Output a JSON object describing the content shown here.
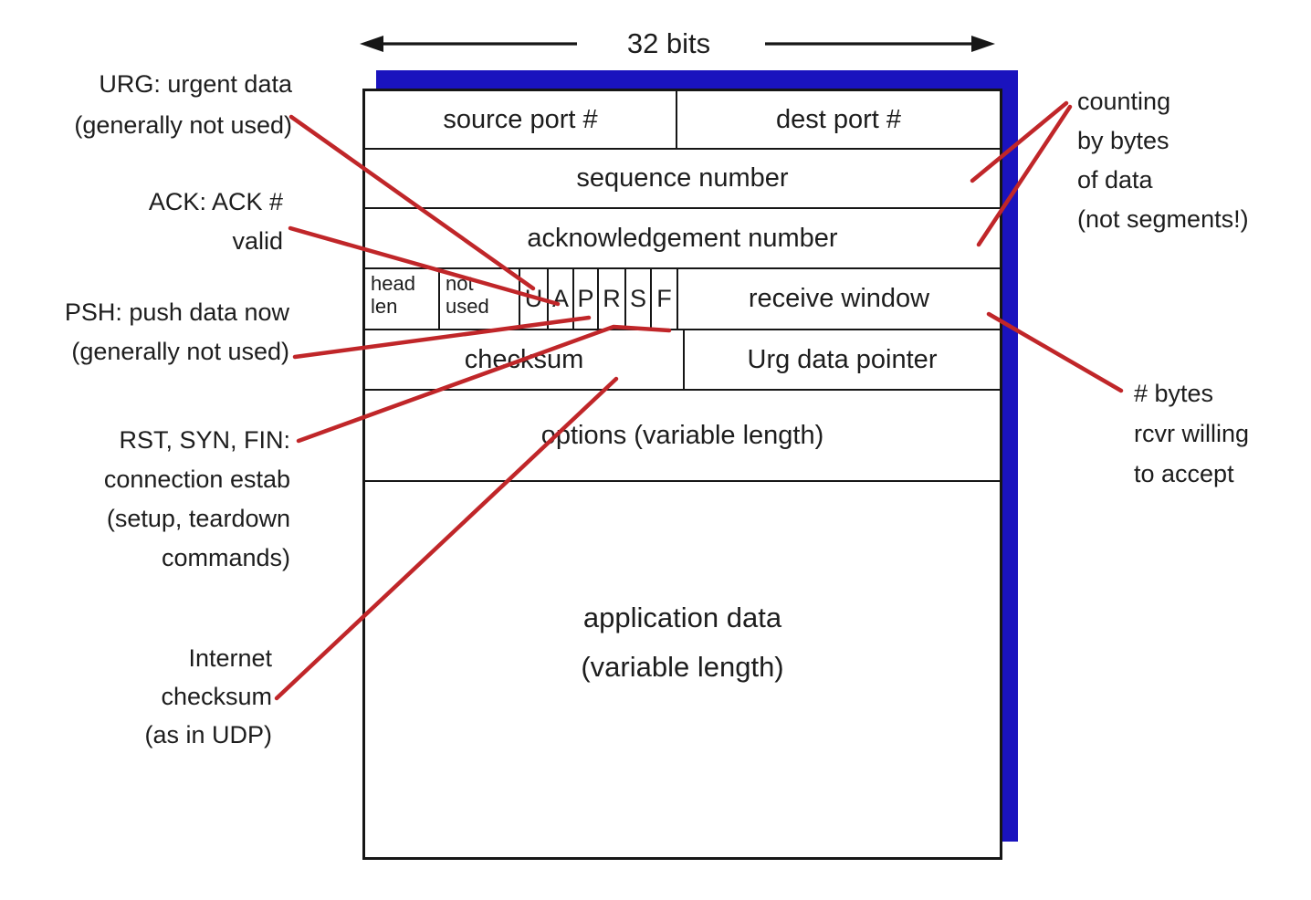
{
  "top": {
    "width_label": "32 bits"
  },
  "table": {
    "row1_left": "source port #",
    "row1_right": "dest port #",
    "row2": "sequence number",
    "row3": "acknowledgement number",
    "flags": {
      "head_len": "head\nlen",
      "not_used": "not\nused",
      "u": "U",
      "a": "A",
      "p": "P",
      "r": "R",
      "s": "S",
      "f": "F",
      "receive_window": "receive window"
    },
    "row5_left": "checksum",
    "row5_right": "Urg data pointer",
    "row6": "options (variable length)",
    "row7": "application data\n(variable length)"
  },
  "annotations": {
    "urg": "URG: urgent data\n(generally not used)",
    "ack": "ACK: ACK #\nvalid",
    "psh": "PSH: push data now\n(generally not used)",
    "rst": "RST, SYN, FIN:\nconnection estab\n(setup, teardown\ncommands)",
    "internet_checksum": "Internet\nchecksum\n(as in UDP)",
    "counting": "counting\nby bytes\nof data\n(not segments!)",
    "rcvr_bytes": "# bytes\nrcvr willing\nto accept"
  },
  "colors": {
    "shadow_blue": "#1a13be",
    "connector_red": "#c02629",
    "line_black": "#161616"
  }
}
